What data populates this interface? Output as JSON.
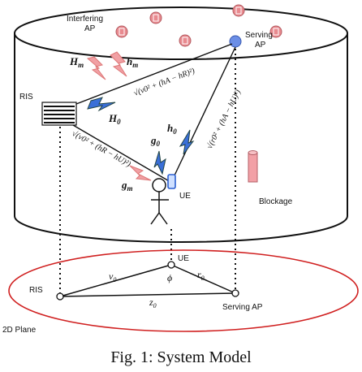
{
  "labels": {
    "interfering_ap": [
      "Interfering",
      "AP"
    ],
    "serving_ap": [
      "Serving",
      "AP"
    ],
    "ris": "RIS",
    "ue": "UE",
    "blockage": "Blockage",
    "ue_plane": "UE",
    "ris_plane": "RIS",
    "serving_ap_plane": "Serving AP",
    "plane_2d": "2D Plane"
  },
  "symbols": {
    "H_m": "H",
    "H_m_sub": "m",
    "h_m": "h",
    "h_m_sub": "m",
    "H_0": "H",
    "H_0_sub": "0",
    "h_0": "h",
    "h_0_sub": "0",
    "g_0": "g",
    "g_0_sub": "0",
    "g_m": "g",
    "g_m_sub": "m",
    "nu_0": "ν",
    "nu_0_sub": "0",
    "r_0": "r",
    "r_0_sub": "0",
    "z_0": "z",
    "z_0_sub": "0",
    "phi": "ϕ"
  },
  "formulas": {
    "ris_ap": "√(ν0² + (hA − hR)²)",
    "ris_ue": "√(ν0² + (hR − hU)²)",
    "ap_ue": "√(r0² + (hA − hU)²)"
  },
  "caption": "Fig. 1: System Model",
  "colors": {
    "interfering_ap": "#e88a8f",
    "serving_ap": "#6b8ee6",
    "blockage": "#f2a0a6",
    "bolt": "#3a6fd8",
    "bolt_interf": "#f1a0a4",
    "plane": "#d02020"
  }
}
